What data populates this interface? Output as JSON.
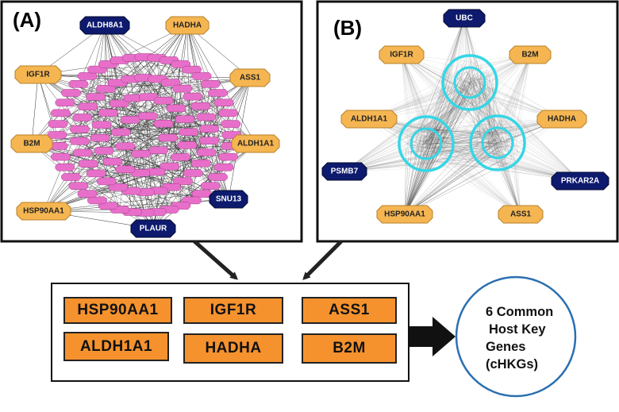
{
  "panel_a": {
    "label": "(A)",
    "hub_genes": [
      {
        "label": "ALDH8A1",
        "color": "navy"
      },
      {
        "label": "HADHA",
        "color": "orange"
      },
      {
        "label": "IGF1R",
        "color": "orange"
      },
      {
        "label": "ASS1",
        "color": "orange"
      },
      {
        "label": "B2M",
        "color": "orange"
      },
      {
        "label": "ALDH1A1",
        "color": "orange"
      },
      {
        "label": "HSP90AA1",
        "color": "orange"
      },
      {
        "label": "SNU13",
        "color": "navy"
      },
      {
        "label": "PLAUR",
        "color": "navy"
      }
    ]
  },
  "panel_b": {
    "label": "(B)",
    "hub_genes": [
      {
        "label": "UBC",
        "color": "navy"
      },
      {
        "label": "IGF1R",
        "color": "orange"
      },
      {
        "label": "B2M",
        "color": "orange"
      },
      {
        "label": "ALDH1A1",
        "color": "orange"
      },
      {
        "label": "HADHA",
        "color": "orange"
      },
      {
        "label": "PSMB7",
        "color": "navy"
      },
      {
        "label": "PRKAR2A",
        "color": "navy"
      },
      {
        "label": "HSP90AA1",
        "color": "orange"
      },
      {
        "label": "ASS1",
        "color": "orange"
      }
    ]
  },
  "results": {
    "genes": [
      "HSP90AA1",
      "IGF1R",
      "ASS1",
      "ALDH1A1",
      "HADHA",
      "B2M"
    ]
  },
  "summary": {
    "line1": "6 Common",
    "line2": "Host Key",
    "line3": "Genes",
    "line4": "(cHKGs)"
  },
  "colors": {
    "orange_node": "#f5b652",
    "navy_node": "#0d1a6e",
    "pink_node": "#e86fc9",
    "result_box": "#f5922e",
    "cyan_ring": "#35d6e6",
    "summary_circle": "#2a6fb0"
  }
}
